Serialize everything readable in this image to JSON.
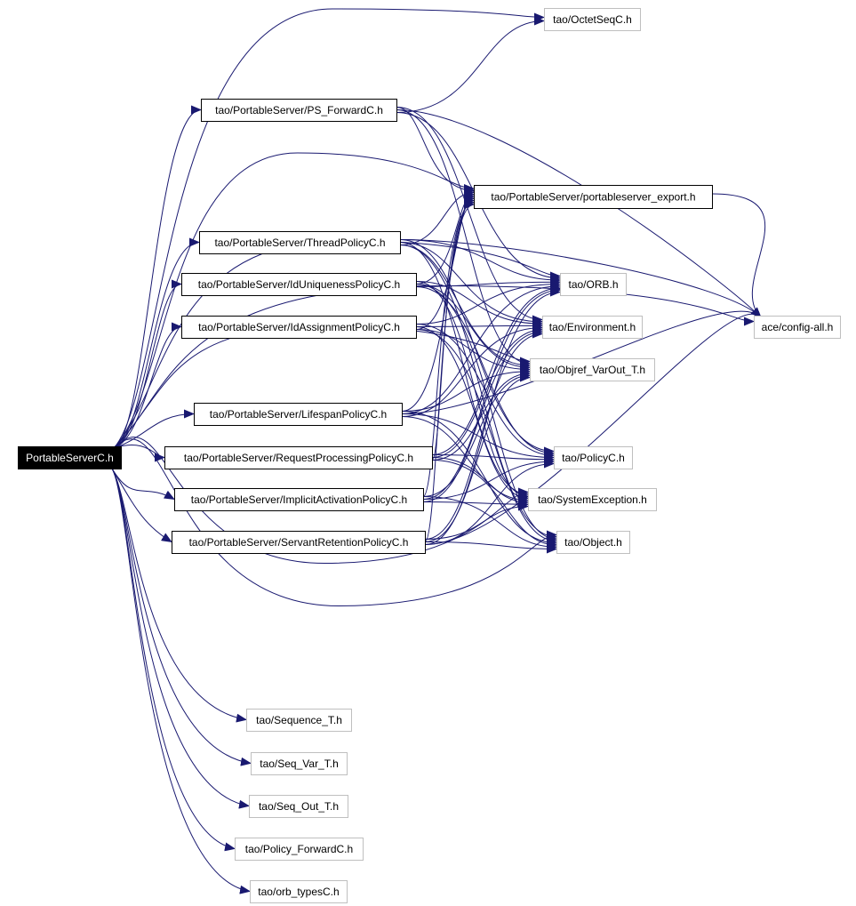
{
  "diagram": {
    "root": "PortableServerC.h",
    "nodes": [
      {
        "id": "root",
        "label": "PortableServerC.h",
        "kind": "root"
      },
      {
        "id": "octet",
        "label": "tao/OctetSeqC.h",
        "kind": "external"
      },
      {
        "id": "psfwd",
        "label": "tao/PortableServer/PS_ForwardC.h",
        "kind": "documented"
      },
      {
        "id": "psexp",
        "label": "tao/PortableServer/portableserver_export.h",
        "kind": "documented"
      },
      {
        "id": "thread",
        "label": "tao/PortableServer/ThreadPolicyC.h",
        "kind": "documented"
      },
      {
        "id": "iduniq",
        "label": "tao/PortableServer/IdUniquenessPolicyC.h",
        "kind": "documented"
      },
      {
        "id": "orb",
        "label": "tao/ORB.h",
        "kind": "external"
      },
      {
        "id": "idassign",
        "label": "tao/PortableServer/IdAssignmentPolicyC.h",
        "kind": "documented"
      },
      {
        "id": "env",
        "label": "tao/Environment.h",
        "kind": "external"
      },
      {
        "id": "config",
        "label": "ace/config-all.h",
        "kind": "external"
      },
      {
        "id": "objref",
        "label": "tao/Objref_VarOut_T.h",
        "kind": "external"
      },
      {
        "id": "lifespan",
        "label": "tao/PortableServer/LifespanPolicyC.h",
        "kind": "documented"
      },
      {
        "id": "reqproc",
        "label": "tao/PortableServer/RequestProcessingPolicyC.h",
        "kind": "documented"
      },
      {
        "id": "policyc",
        "label": "tao/PolicyC.h",
        "kind": "external"
      },
      {
        "id": "implicit",
        "label": "tao/PortableServer/ImplicitActivationPolicyC.h",
        "kind": "documented"
      },
      {
        "id": "sysexc",
        "label": "tao/SystemException.h",
        "kind": "external"
      },
      {
        "id": "servant",
        "label": "tao/PortableServer/ServantRetentionPolicyC.h",
        "kind": "documented"
      },
      {
        "id": "object",
        "label": "tao/Object.h",
        "kind": "external"
      },
      {
        "id": "seqt",
        "label": "tao/Sequence_T.h",
        "kind": "external"
      },
      {
        "id": "seqvar",
        "label": "tao/Seq_Var_T.h",
        "kind": "external"
      },
      {
        "id": "seqout",
        "label": "tao/Seq_Out_T.h",
        "kind": "external"
      },
      {
        "id": "polfwd",
        "label": "tao/Policy_ForwardC.h",
        "kind": "external"
      },
      {
        "id": "orbtypes",
        "label": "tao/orb_typesC.h",
        "kind": "external"
      }
    ],
    "edges": [
      [
        "root",
        "octet"
      ],
      [
        "root",
        "psfwd"
      ],
      [
        "root",
        "psexp"
      ],
      [
        "root",
        "thread"
      ],
      [
        "root",
        "iduniq"
      ],
      [
        "root",
        "idassign"
      ],
      [
        "root",
        "orb"
      ],
      [
        "root",
        "objref"
      ],
      [
        "root",
        "lifespan"
      ],
      [
        "root",
        "reqproc"
      ],
      [
        "root",
        "implicit"
      ],
      [
        "root",
        "servant"
      ],
      [
        "root",
        "sysexc"
      ],
      [
        "root",
        "object"
      ],
      [
        "root",
        "config"
      ],
      [
        "root",
        "seqt"
      ],
      [
        "root",
        "seqvar"
      ],
      [
        "root",
        "seqout"
      ],
      [
        "root",
        "polfwd"
      ],
      [
        "root",
        "orbtypes"
      ],
      [
        "psfwd",
        "octet"
      ],
      [
        "psfwd",
        "psexp"
      ],
      [
        "psfwd",
        "config"
      ],
      [
        "psfwd",
        "orb"
      ],
      [
        "psfwd",
        "env"
      ],
      [
        "psfwd",
        "objref"
      ],
      [
        "thread",
        "psexp"
      ],
      [
        "thread",
        "orb"
      ],
      [
        "thread",
        "env"
      ],
      [
        "thread",
        "objref"
      ],
      [
        "thread",
        "policyc"
      ],
      [
        "thread",
        "sysexc"
      ],
      [
        "thread",
        "object"
      ],
      [
        "thread",
        "config"
      ],
      [
        "iduniq",
        "psexp"
      ],
      [
        "iduniq",
        "orb"
      ],
      [
        "iduniq",
        "env"
      ],
      [
        "iduniq",
        "objref"
      ],
      [
        "iduniq",
        "policyc"
      ],
      [
        "iduniq",
        "sysexc"
      ],
      [
        "iduniq",
        "object"
      ],
      [
        "idassign",
        "psexp"
      ],
      [
        "idassign",
        "orb"
      ],
      [
        "idassign",
        "env"
      ],
      [
        "idassign",
        "objref"
      ],
      [
        "idassign",
        "policyc"
      ],
      [
        "idassign",
        "sysexc"
      ],
      [
        "idassign",
        "object"
      ],
      [
        "lifespan",
        "psexp"
      ],
      [
        "lifespan",
        "orb"
      ],
      [
        "lifespan",
        "env"
      ],
      [
        "lifespan",
        "objref"
      ],
      [
        "lifespan",
        "policyc"
      ],
      [
        "lifespan",
        "sysexc"
      ],
      [
        "lifespan",
        "object"
      ],
      [
        "lifespan",
        "config"
      ],
      [
        "reqproc",
        "psexp"
      ],
      [
        "reqproc",
        "orb"
      ],
      [
        "reqproc",
        "env"
      ],
      [
        "reqproc",
        "objref"
      ],
      [
        "reqproc",
        "policyc"
      ],
      [
        "reqproc",
        "sysexc"
      ],
      [
        "reqproc",
        "object"
      ],
      [
        "implicit",
        "psexp"
      ],
      [
        "implicit",
        "orb"
      ],
      [
        "implicit",
        "env"
      ],
      [
        "implicit",
        "objref"
      ],
      [
        "implicit",
        "policyc"
      ],
      [
        "implicit",
        "sysexc"
      ],
      [
        "implicit",
        "object"
      ],
      [
        "servant",
        "psexp"
      ],
      [
        "servant",
        "orb"
      ],
      [
        "servant",
        "env"
      ],
      [
        "servant",
        "objref"
      ],
      [
        "servant",
        "policyc"
      ],
      [
        "servant",
        "sysexc"
      ],
      [
        "servant",
        "object"
      ],
      [
        "servant",
        "config"
      ],
      [
        "psexp",
        "config"
      ]
    ],
    "colors": {
      "edge": "#191970",
      "root_fill": "#000000",
      "root_text": "#ffffff",
      "documented_border": "#000000",
      "external_border": "#bfbfbf"
    }
  }
}
